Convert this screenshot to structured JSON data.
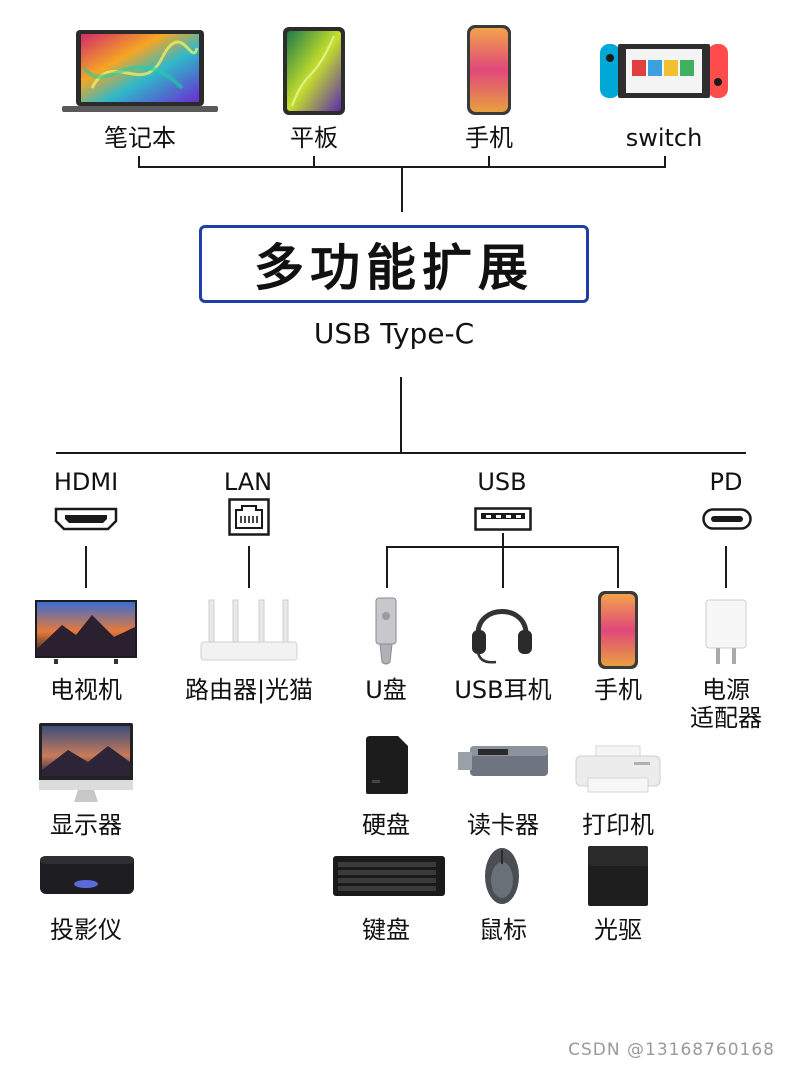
{
  "top_devices": [
    {
      "label": "笔记本",
      "icon": "laptop-icon"
    },
    {
      "label": "平板",
      "icon": "tablet-icon"
    },
    {
      "label": "手机",
      "icon": "phone-icon"
    },
    {
      "label": "switch",
      "icon": "game-console-icon"
    }
  ],
  "title": "多功能扩展",
  "subtitle": "USB Type-C",
  "ports": [
    {
      "label": "HDMI",
      "icon": "hdmi-port-icon"
    },
    {
      "label": "LAN",
      "icon": "lan-port-icon"
    },
    {
      "label": "USB",
      "icon": "usb-port-icon"
    },
    {
      "label": "PD",
      "icon": "usb-c-port-icon"
    }
  ],
  "hdmi_devices": [
    {
      "label": "电视机",
      "icon": "tv-icon"
    },
    {
      "label": "显示器",
      "icon": "monitor-icon"
    },
    {
      "label": "投影仪",
      "icon": "projector-icon"
    }
  ],
  "lan_devices": [
    {
      "label": "路由器|光猫",
      "icon": "router-icon"
    }
  ],
  "usb_devices": [
    {
      "label": "U盘",
      "icon": "usb-drive-icon"
    },
    {
      "label": "USB耳机",
      "icon": "headset-icon"
    },
    {
      "label": "手机",
      "icon": "phone-icon"
    },
    {
      "label": "硬盘",
      "icon": "hard-drive-icon"
    },
    {
      "label": "读卡器",
      "icon": "card-reader-icon"
    },
    {
      "label": "打印机",
      "icon": "printer-icon"
    },
    {
      "label": "键盘",
      "icon": "keyboard-icon"
    },
    {
      "label": "鼠标",
      "icon": "mouse-icon"
    },
    {
      "label": "光驱",
      "icon": "optical-drive-icon"
    }
  ],
  "pd_devices": [
    {
      "label_line1": "电源",
      "label_line2": "适配器",
      "icon": "power-adapter-icon"
    }
  ],
  "watermark": "CSDN @13168760168",
  "colors": {
    "accent": "#1f3ea8",
    "line": "#1a1a1a"
  }
}
